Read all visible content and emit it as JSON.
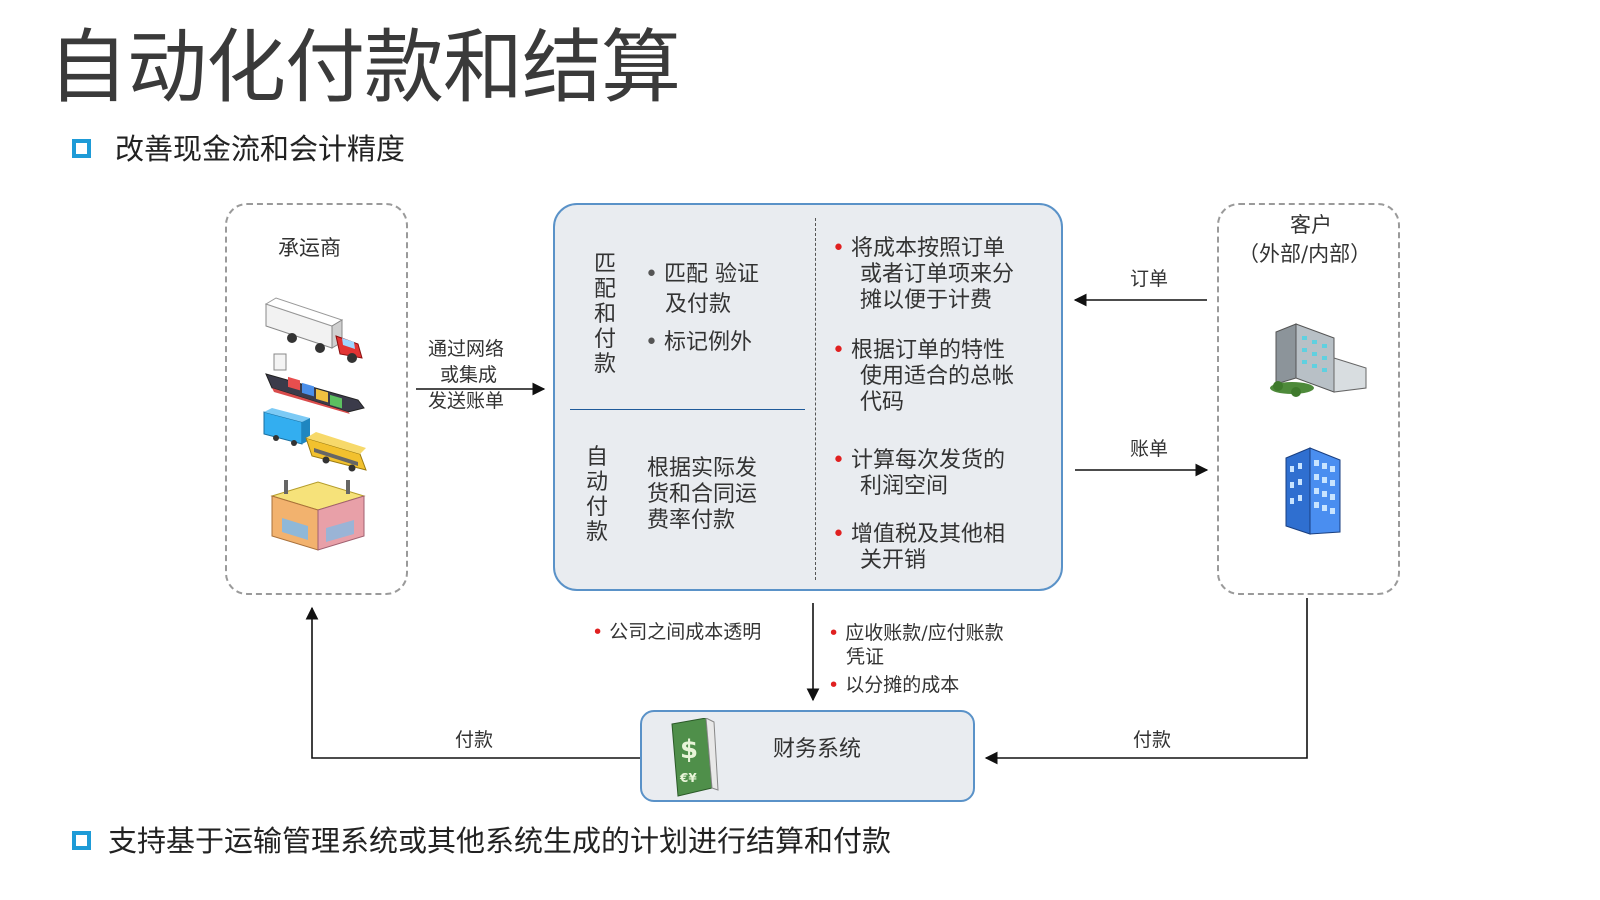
{
  "title": "自动化付款和结算",
  "bullets": {
    "top": "改善现金流和会计精度",
    "bottom": "支持基于运输管理系统或其他系统生成的计划进行结算和付款"
  },
  "carrier": {
    "label": "承运商"
  },
  "customer": {
    "label_line1": "客户",
    "label_line2": "（外部/内部）"
  },
  "edges": {
    "send_bill": {
      "line1": "通过网络",
      "line2": "或集成",
      "line3": "发送账单"
    },
    "order": "订单",
    "invoice": "账单",
    "payment_left": "付款",
    "payment_right": "付款"
  },
  "center": {
    "match_title": "匹配和付款",
    "match_items": {
      "item1_line1": "匹配 验证",
      "item1_line2": "及付款",
      "item2": "标记例外"
    },
    "auto_title": "自动付款",
    "auto_text": {
      "line1": "根据实际发",
      "line2": "货和合同运",
      "line3": "费率付款"
    },
    "right_items": {
      "item1": {
        "line1": "将成本按照订单",
        "line2": "或者订单项来分",
        "line3": "摊以便于计费"
      },
      "item2": {
        "line1": "根据订单的特性",
        "line2": "使用适合的总帐",
        "line3": "代码"
      },
      "item3": {
        "line1": "计算每次发货的",
        "line2": "利润空间"
      },
      "item4": {
        "line1": "增值税及其他相",
        "line2": "关开销"
      }
    }
  },
  "lower_notes": {
    "left": "公司之间成本透明",
    "right_item1_line1": "应收账款/应付账款",
    "right_item1_line2": "凭证",
    "right_item2": "以分摊的成本"
  },
  "finance": {
    "label": "财务系统"
  },
  "colors": {
    "accent_blue": "#1e9bd7",
    "box_border": "#5a92c8",
    "box_fill": "#e9ecf0",
    "bullet_red": "#e02020"
  },
  "icons": [
    "truck-icon",
    "cargo-ship-icon",
    "train-icon",
    "warehouse-icon",
    "office-building-icon",
    "tower-building-icon",
    "money-book-icon"
  ]
}
